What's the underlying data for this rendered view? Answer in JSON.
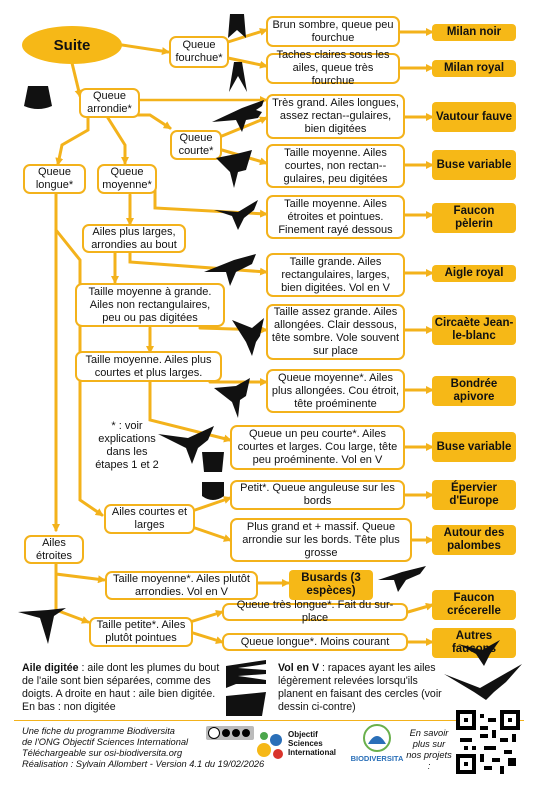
{
  "title": "Suite",
  "nodes": {
    "queue_fourchue": "Queue fourchue*",
    "queue_arrondie": "Queue arrondie*",
    "queue_courte": "Queue courte*",
    "queue_longue": "Queue longue*",
    "queue_moyenne": "Queue moyenne*",
    "ailes_larges_arrondies": "Ailes plus larges, arrondies au bout",
    "taille_moyenne_grande": "Taille moyenne à grande. Ailes non rectangulaires, peu ou pas digitées",
    "taille_moyenne_courtes": "Taille moyenne. Ailes plus courtes et plus larges.",
    "ailes_courtes_larges": "Ailes courtes et larges",
    "ailes_etroites": "Ailes étroites",
    "taille_moyenne_arrondies": "Taille moyenne*. Ailes plutôt arrondies. Vol en V",
    "taille_petite_pointues": "Taille petite*. Ailes plutôt pointues"
  },
  "descriptions": {
    "milan_noir": "Brun sombre, queue peu fourchue",
    "milan_royal": "Taches claires sous les ailes, queue très fourchue",
    "vautour": "Très grand. Ailes longues, assez rectan--gulaires, bien digitées",
    "buse_courte": "Taille moyenne. Ailes courtes, non rectan--gulaires, peu digitées",
    "faucon_pelerin": "Taille moyenne. Ailes étroites et pointues. Finement rayé dessous",
    "aigle": "Taille grande. Ailes rectangulaires, larges, bien digitées. Vol en V",
    "circaete": "Taille assez grande. Ailes allongées. Clair dessous, tête sombre. Vole souvent sur place",
    "bondree": "Queue moyenne*. Ailes plus allongées. Cou étroit, tête proéminente",
    "buse_moyenne": "Queue un peu courte*. Ailes courtes et larges. Cou large, tête peu proéminente. Vol en V",
    "epervier": "Petit*. Queue anguleuse sur les bords",
    "autour": "Plus grand et + massif. Queue arrondie sur les bords. Tête plus grosse",
    "crecerelle": "Queue très longue*. Fait du sur-place",
    "autres_faucons": "Queue longue*. Moins courant"
  },
  "results": {
    "milan_noir": "Milan noir",
    "milan_royal": "Milan royal",
    "vautour": "Vautour fauve",
    "buse_1": "Buse variable",
    "faucon_pelerin": "Faucon pèlerin",
    "aigle": "Aigle royal",
    "circaete": "Circaète Jean-le-blanc",
    "bondree": "Bondrée apivore",
    "buse_2": "Buse variable",
    "epervier": "Épervier d'Europe",
    "autour": "Autour des palombes",
    "busards": "Busards (3 espèces)",
    "crecerelle": "Faucon crécerelle",
    "autres_faucons": "Autres faucons"
  },
  "note": "* : voir explications dans les étapes 1 et 2",
  "legend": {
    "digitee_term": "Aile digitée",
    "digitee_text": " : aile dont les plumes du bout de l'aile sont bien séparées, comme des doigts. A droite en haut : aile bien digitée. En bas : non digitée",
    "vol_v_term": "Vol en V",
    "vol_v_text": " : rapaces ayant les ailes légèrement relevées lorsqu'ils planent en faisant des cercles (voir dessin ci-contre)"
  },
  "footer": {
    "line1": "Une fiche du programme Biodiversita",
    "line2": "de l'ONG Objectif Sciences International",
    "line3": "Téléchargeable sur osi-biodiversita.org",
    "line4": "Réalisation : Sylvain Allombert - Version 4.1 du 19/02/2026",
    "osi_logo": "Objectif Sciences International",
    "biodiversita_logo": "BIODIVERSITA",
    "more": "En savoir plus sur nos projets :"
  },
  "colors": {
    "accent": "#f6b817",
    "line": "#f3b21b",
    "bird": "#111111"
  }
}
